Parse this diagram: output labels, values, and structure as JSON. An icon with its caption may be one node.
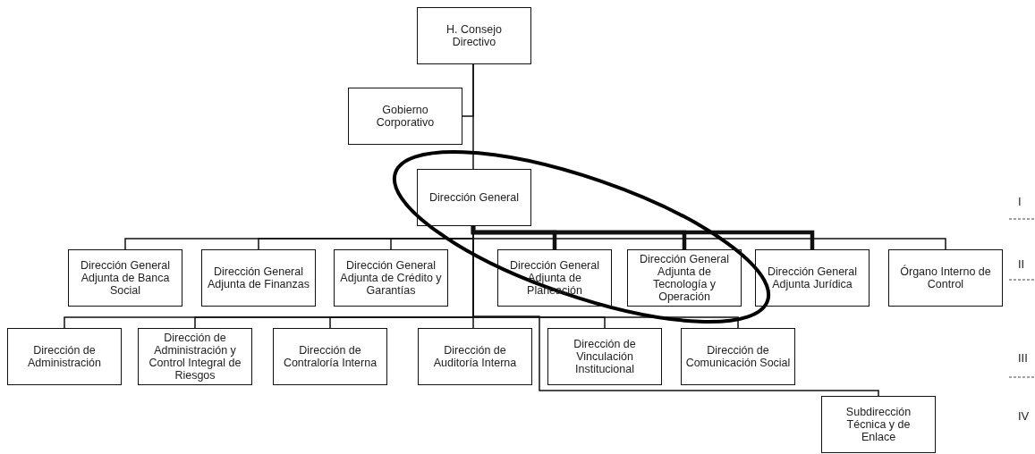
{
  "diagram": {
    "nodes": [
      {
        "text": [
          "H. Consejo Directivo"
        ]
      },
      {
        "text": [
          "Gobierno Corporativo"
        ]
      },
      {
        "text": [
          "Dirección General"
        ]
      },
      {
        "text": [
          "Dirección General Adjunta de Banca Social"
        ]
      },
      {
        "text": [
          "Dirección General Adjunta de Finanzas"
        ]
      },
      {
        "text": [
          "Dirección General Adjunta de Crédito y Garantías"
        ]
      },
      {
        "text": [
          "Dirección General Adjunta de Planeación"
        ]
      },
      {
        "text": [
          "Dirección General Adjunta de Tecnología y Operación"
        ]
      },
      {
        "text": [
          "Dirección General Adjunta Jurídica"
        ]
      },
      {
        "text": [
          "Órgano Interno de Control"
        ]
      },
      {
        "text": [
          "Dirección de Administración"
        ]
      },
      {
        "text": [
          "Dirección de Administración y Control Integral de Riesgos"
        ]
      },
      {
        "text": [
          "Dirección de Contraloría Interna"
        ]
      },
      {
        "text": [
          "Dirección de Auditoría Interna"
        ]
      },
      {
        "text": [
          "Dirección de Vinculación Institucional"
        ]
      },
      {
        "text": [
          "Dirección de Comunicación Social"
        ]
      },
      {
        "text": [
          "Subdirección Técnica y de Enlace"
        ]
      }
    ],
    "edges": [
      {
        "from": 0,
        "to": 1,
        "arrow": "none"
      },
      {
        "from": 0,
        "to": 2,
        "arrow": "none"
      },
      {
        "from": 2,
        "to": 3,
        "arrow": "none"
      },
      {
        "from": 2,
        "to": 4,
        "arrow": "none"
      },
      {
        "from": 2,
        "to": 5,
        "arrow": "none"
      },
      {
        "from": 2,
        "to": 6,
        "arrow": "none",
        "style": "thick"
      },
      {
        "from": 2,
        "to": 7,
        "arrow": "none",
        "style": "thick"
      },
      {
        "from": 2,
        "to": 8,
        "arrow": "none",
        "style": "thick"
      },
      {
        "from": 2,
        "to": 9,
        "arrow": "none"
      },
      {
        "from": 2,
        "to": 10,
        "arrow": "none"
      },
      {
        "from": 2,
        "to": 11,
        "arrow": "none"
      },
      {
        "from": 2,
        "to": 12,
        "arrow": "none"
      },
      {
        "from": 2,
        "to": 13,
        "arrow": "none"
      },
      {
        "from": 2,
        "to": 14,
        "arrow": "none"
      },
      {
        "from": 2,
        "to": 15,
        "arrow": "none"
      },
      {
        "from": 2,
        "to": 16,
        "arrow": "none"
      }
    ],
    "labels": [
      "I",
      "II",
      "III",
      "IV"
    ]
  }
}
